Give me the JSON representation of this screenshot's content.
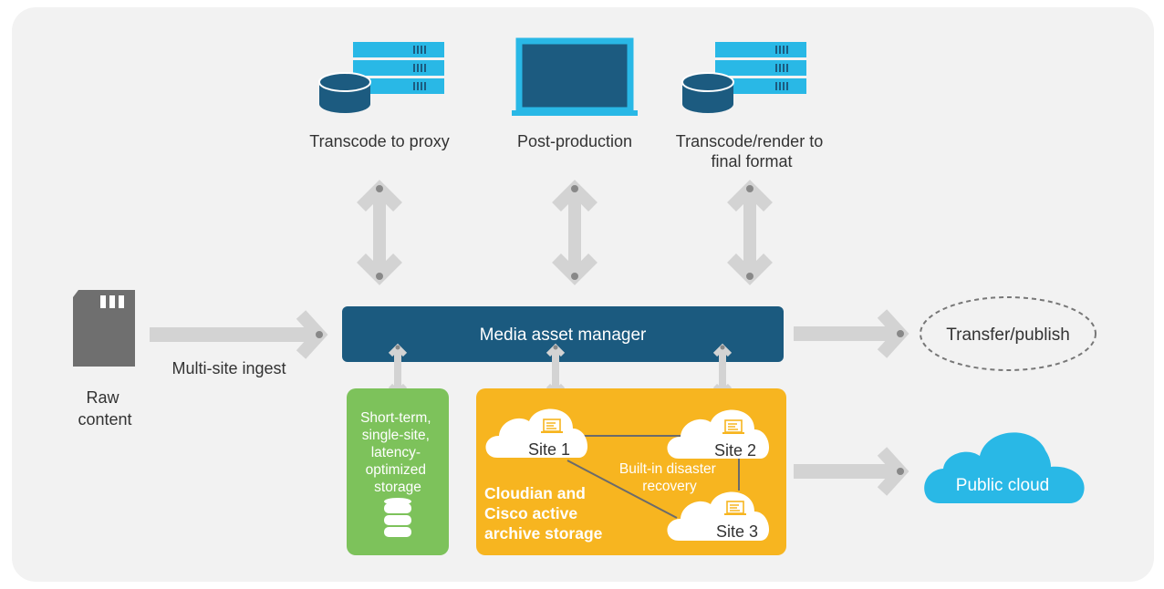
{
  "nodes": {
    "transcode_proxy": "Transcode to proxy",
    "post_production": "Post-production",
    "transcode_render": [
      "Transcode/render to",
      "final format"
    ],
    "raw_content": [
      "Raw",
      "content"
    ],
    "multi_site_ingest": "Multi-site ingest",
    "media_asset_manager": "Media asset manager",
    "transfer_publish": "Transfer/publish",
    "short_term_storage": [
      "Short-term,",
      "single-site,",
      "latency-",
      "optimized",
      "storage"
    ],
    "site_1": "Site 1",
    "site_2": "Site 2",
    "site_3": "Site 3",
    "disaster_recovery": [
      "Built-in disaster",
      "recovery"
    ],
    "archive_storage": [
      "Cloudian and",
      "Cisco active",
      "archive storage"
    ],
    "public_cloud": "Public cloud"
  },
  "colors": {
    "background_panel": "#f2f2f2",
    "server_blue": "#29b8e6",
    "disk_navy": "#1c5b80",
    "manager_navy": "#1b5a7f",
    "archive_yellow": "#f7b520",
    "storage_green": "#7dc25b",
    "cloud_blue": "#29b8e6",
    "arrow_gray": "#d3d3d3",
    "arrow_joint": "#888888",
    "sd_card_gray": "#6f6f6f"
  }
}
